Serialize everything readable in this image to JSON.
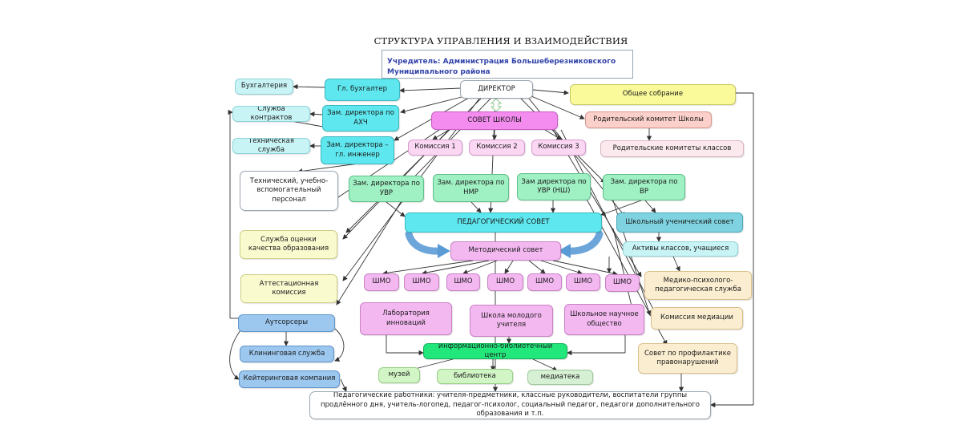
{
  "diagram": {
    "title": "СТРУКТУРА УПРАВЛЕНИЯ И ВЗАИМОДЕЙСТВИЯ",
    "founder": "Учредитель: Администрация Большеберезниковского Муниципального района",
    "director": "ДИРЕКТОР",
    "accounting": "Бухгалтерия",
    "chief_accountant": "Гл. бухгалтер",
    "contract_service": "Служба контрактов",
    "deputy_ahch": "Зам. директора по АХЧ",
    "tech_service": "Техническая служба",
    "deputy_engineer": "Зам. директора – гл. инженер",
    "support_staff": "Технический, учебно-вспомогательный персонал",
    "general_meeting": "Общее собрание",
    "school_council": "СОВЕТ ШКОЛЫ",
    "parent_committee_school": "Родительский комитет Школы",
    "parent_committees_classes": "Родительские комитеты классов",
    "commission_1": "Комиссия 1",
    "commission_2": "Комиссия 2",
    "commission_3": "Комиссия 3",
    "deputy_uvr": "Зам. директора по УВР",
    "deputy_nmr": "Зам. директора по НМР",
    "deputy_uvr_ns": "Зам директора по УВР (НШ)",
    "deputy_vr": "Зам. директора по ВР",
    "ped_council": "ПЕДАГОГИЧЕСКИЙ СОВЕТ",
    "student_council": "Школьный ученический совет",
    "class_activists": "Активы классов, учащиеся",
    "quality_service": "Служба оценки качества образования",
    "method_council": "Методический совет",
    "shmo": [
      "ШМО",
      "ШМО",
      "ШМО",
      "ШМО",
      "ШМО",
      "ШМО",
      "ШМО"
    ],
    "attestation": "Аттестационная комиссия",
    "psych_service": "Медико-психолого-педагогическая служба",
    "lab_innovations": "Лаборатория инноваций",
    "young_teacher_school": "Школа молодого учителя",
    "science_society": "Школьное научное общество",
    "mediation": "Комиссия медиации",
    "outsourcers": "Аутсорсеры",
    "cleaning": "Клининговая служба",
    "catering": "Кейтеринговая компания",
    "library_center": "Информационно-библиотечный центр",
    "museum": "музей",
    "library": "библиотека",
    "media_library": "медиатека",
    "prevention_council": "Совет по профилактике правонарушений",
    "ped_workers": "Педагогические работники: учителя-предметники, классные руководители, воспитатели группы продлённого дня, учитель-логопед, педагог-психолог, социальный педагог, педагоги дополнительного образования и т.п."
  },
  "colors": {
    "cyan": "#5ee7ee",
    "magenta": "#f48cf0",
    "mint": "#9ff0c3",
    "green": "#22e87c",
    "founder_text": "#3344aa",
    "curved_arrow": "#5b9bd5",
    "line": "#333333"
  }
}
